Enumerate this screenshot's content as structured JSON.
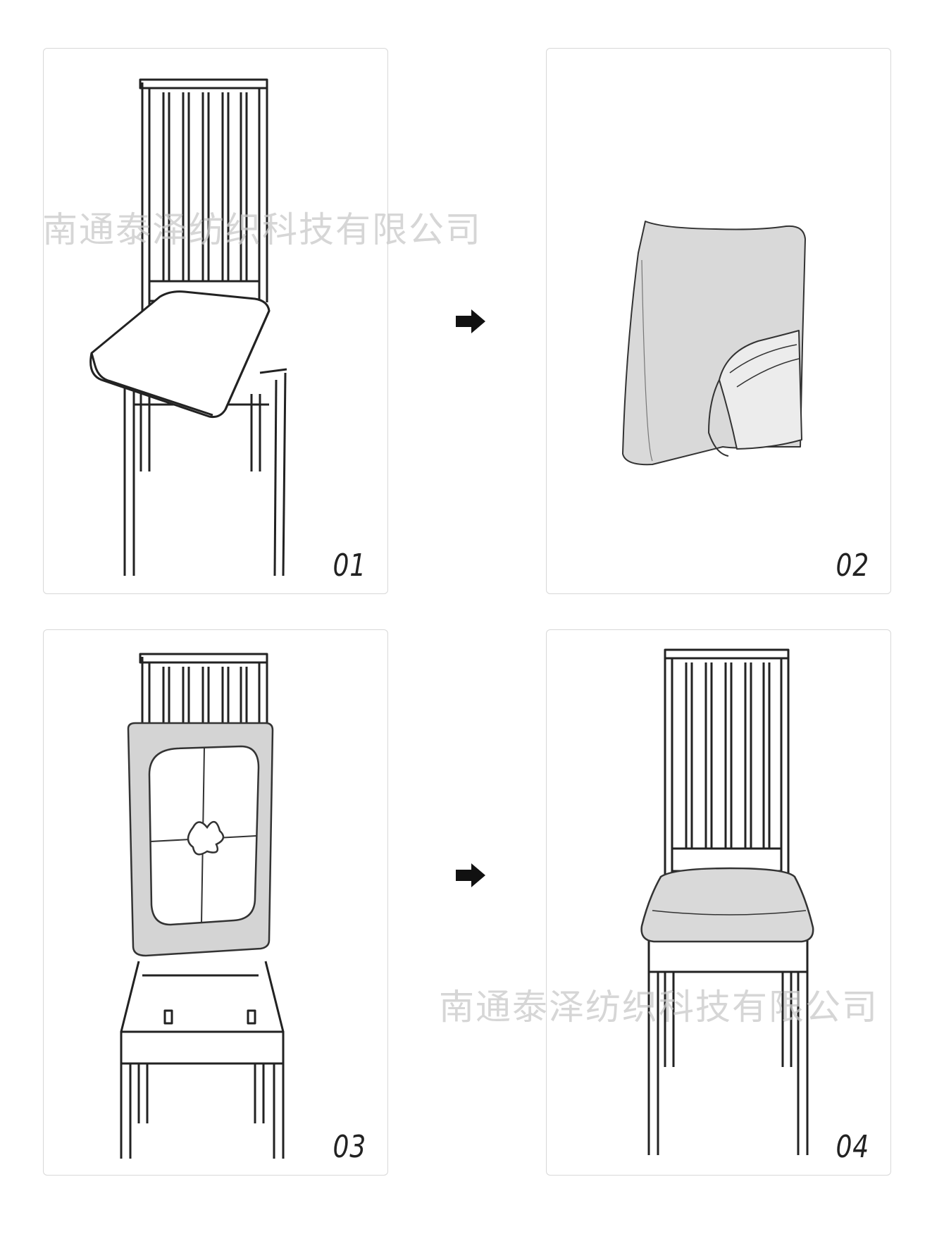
{
  "steps": [
    {
      "number": "01"
    },
    {
      "number": "02"
    },
    {
      "number": "03"
    },
    {
      "number": "04"
    }
  ],
  "watermark": "南通泰泽纺织科技有限公司",
  "icons": {
    "step_arrow": "right-arrow-icon"
  },
  "colors": {
    "line": "#222222",
    "cover_fill": "#d9d9d9",
    "panel_border": "#d8d8d8"
  }
}
